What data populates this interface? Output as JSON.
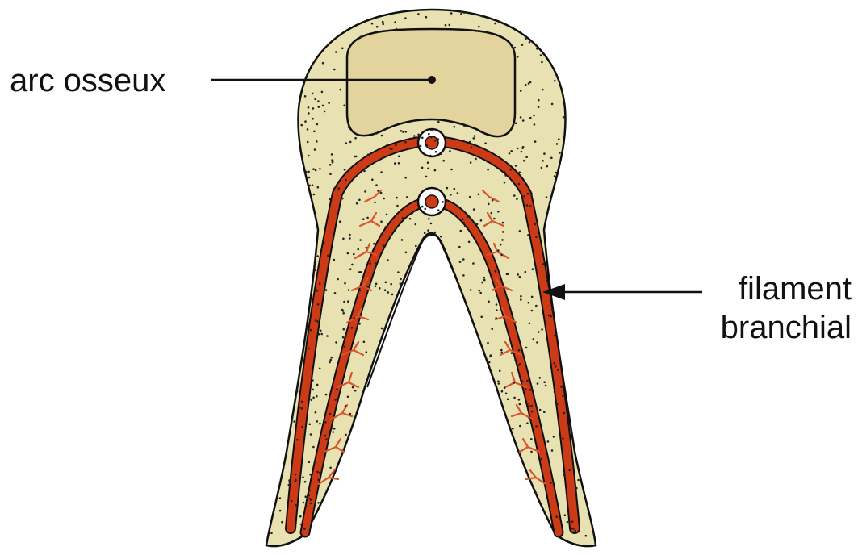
{
  "labels": {
    "bony_arch": "arc osseux",
    "filament_line1": "filament",
    "filament_line2": "branchial"
  },
  "colors": {
    "tissue": "#e8e2b2",
    "bone": "#e3d49e",
    "vessel": "#cc3a16",
    "outline": "#111111",
    "background": "#ffffff"
  }
}
